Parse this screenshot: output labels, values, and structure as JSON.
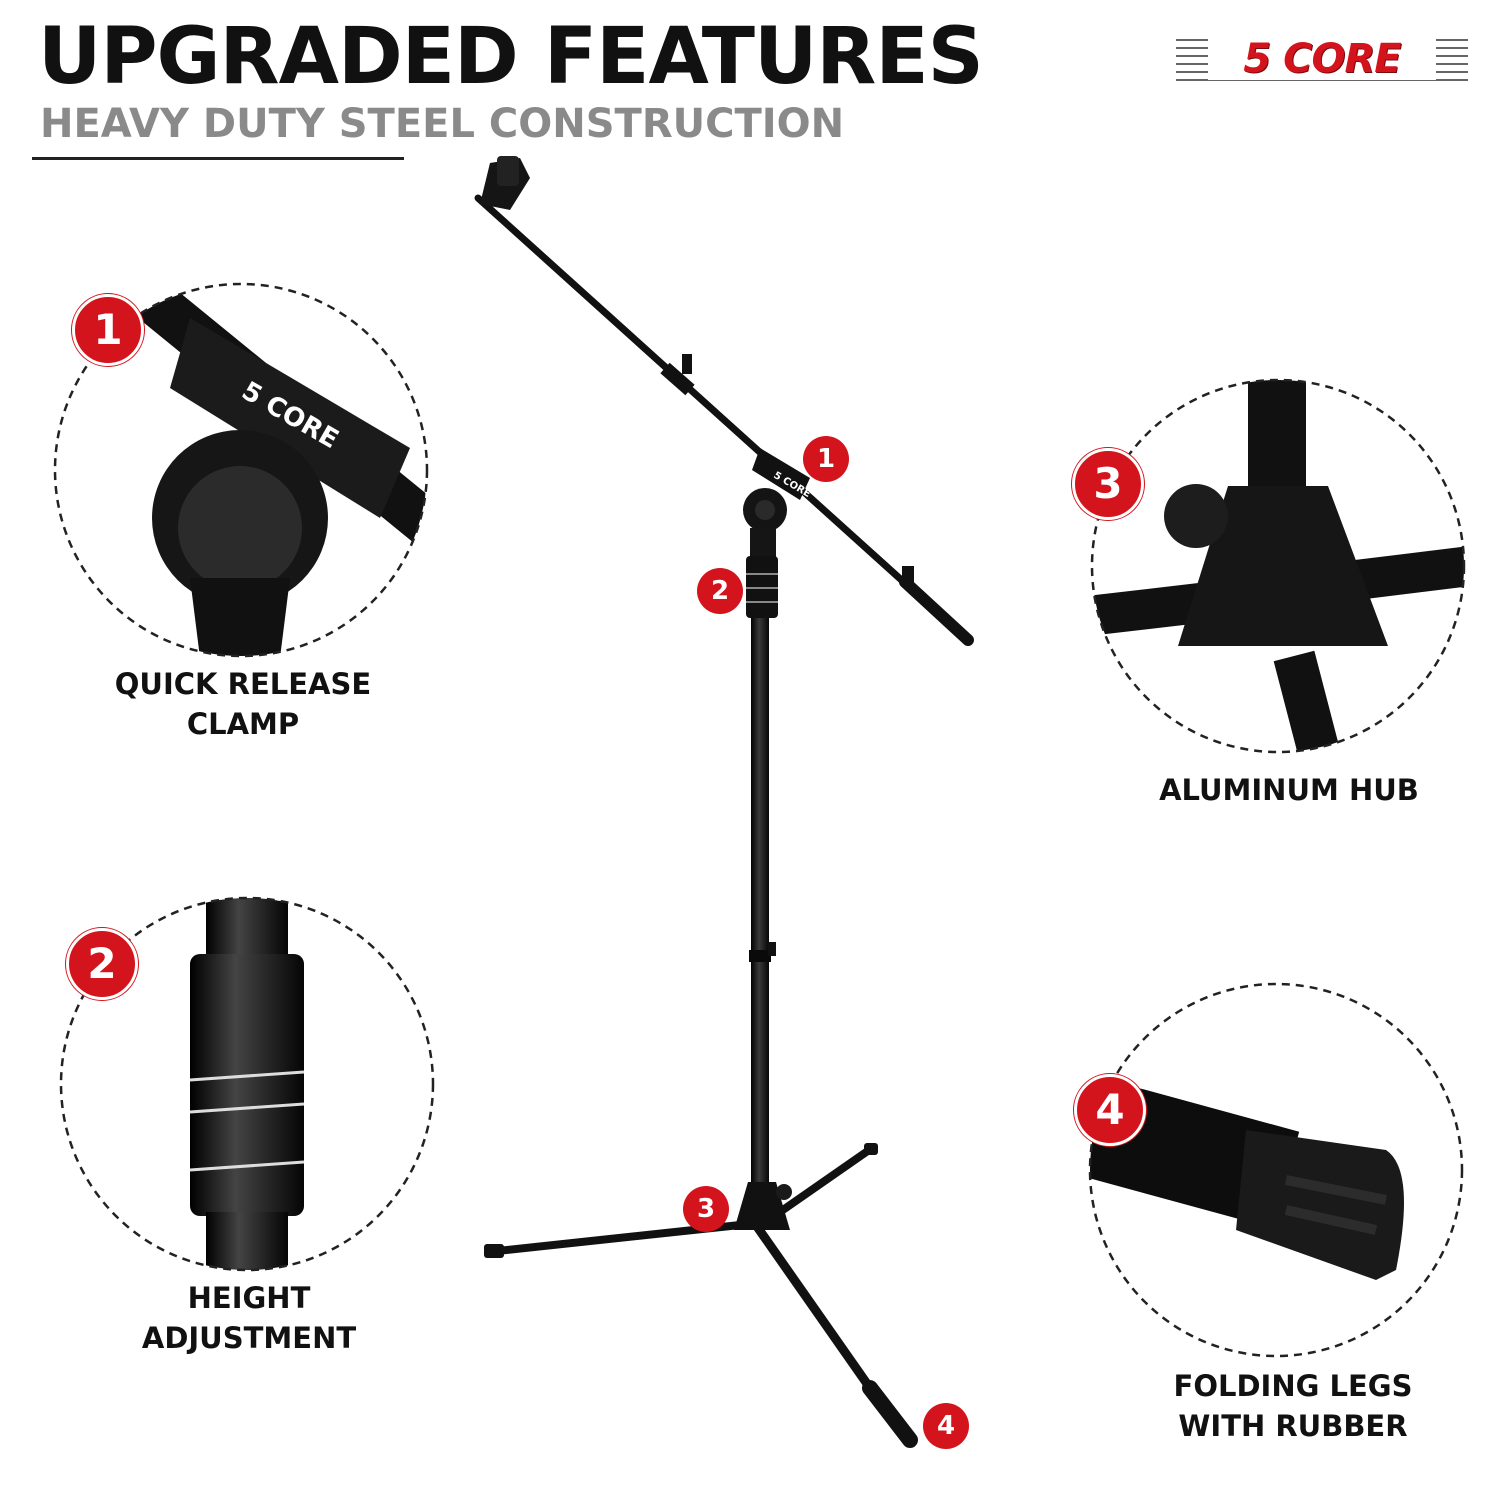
{
  "header": {
    "title": "UPGRADED FEATURES",
    "subtitle": "HEAVY DUTY STEEL CONSTRUCTION"
  },
  "brand": {
    "logo_text": "5 CORE"
  },
  "features": [
    {
      "number": "1",
      "label_line1": "QUICK RELEASE",
      "label_line2": "CLAMP"
    },
    {
      "number": "2",
      "label_line1": "HEIGHT",
      "label_line2": "ADJUSTMENT"
    },
    {
      "number": "3",
      "label_line1": "ALUMINUM HUB",
      "label_line2": ""
    },
    {
      "number": "4",
      "label_line1": "FOLDING LEGS",
      "label_line2": "WITH RUBBER"
    }
  ],
  "product_markers": [
    "1",
    "2",
    "3",
    "4"
  ],
  "colors": {
    "accent": "#d4141c",
    "title": "#111111",
    "subtitle": "#8a8a8a"
  }
}
